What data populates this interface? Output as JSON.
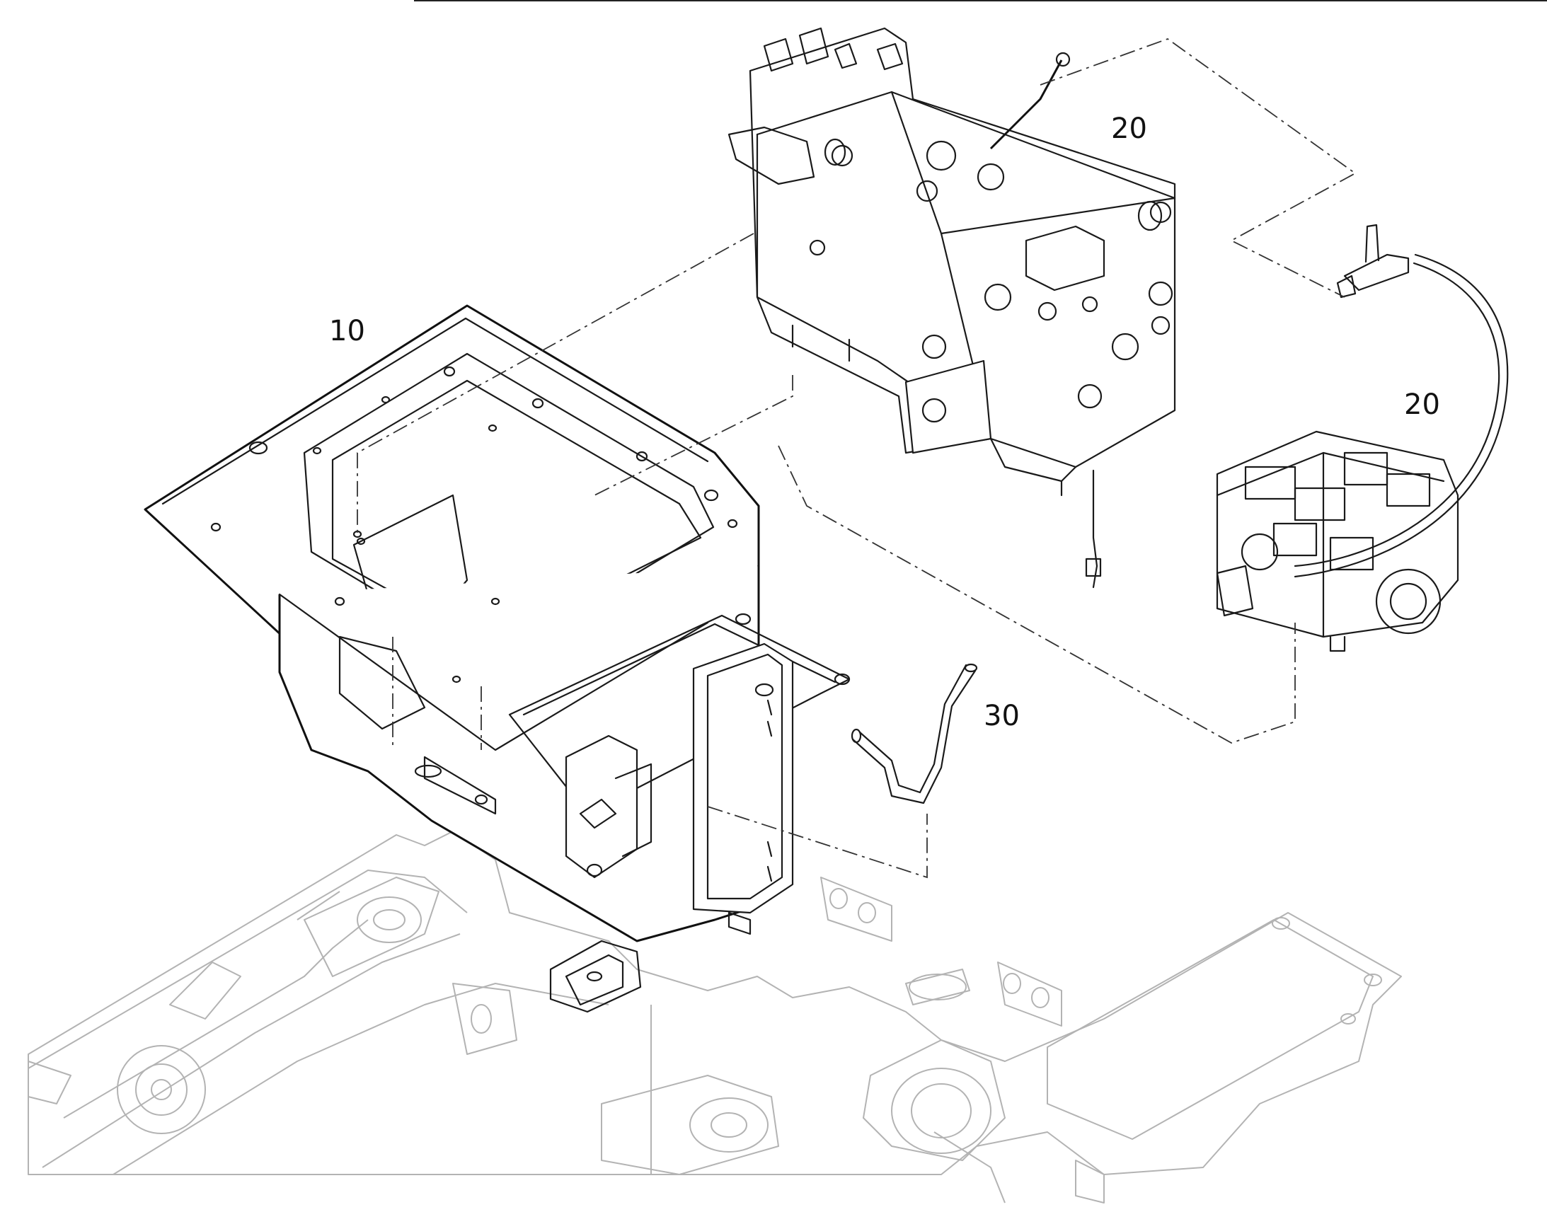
{
  "callouts": [
    {
      "id": "c10",
      "label": "10"
    },
    {
      "id": "c20a",
      "label": "20"
    },
    {
      "id": "c20b",
      "label": "20"
    },
    {
      "id": "c30",
      "label": "30"
    }
  ],
  "colors": {
    "ink": "#1a1a1a",
    "frame_faded": "#b3b3b3",
    "background": "#ffffff"
  }
}
